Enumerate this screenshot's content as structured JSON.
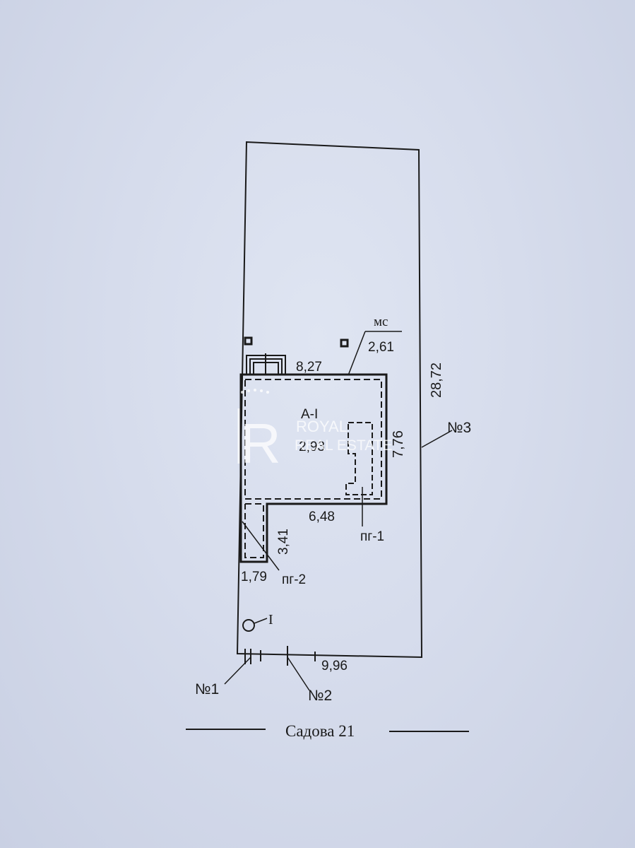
{
  "plot": {
    "front_width": "9,96",
    "side_length": "28,72"
  },
  "building": {
    "letter": "А-І",
    "width": "8,27",
    "depth": "7,76",
    "back_width": "6,48",
    "area_label": "2,93",
    "ms_label": "мс",
    "ms_value": "2,61"
  },
  "annex": {
    "length": "3,41",
    "width": "1,79"
  },
  "markers": {
    "pg1": "пг-1",
    "pg2": "пг-2",
    "well": "І",
    "n1": "№1",
    "n2": "№2",
    "n3": "№3"
  },
  "street": "Садова 21",
  "watermark": {
    "brand_line1": "ROYAL",
    "brand_line2": "REAL ESTATE",
    "monogram": "R"
  }
}
